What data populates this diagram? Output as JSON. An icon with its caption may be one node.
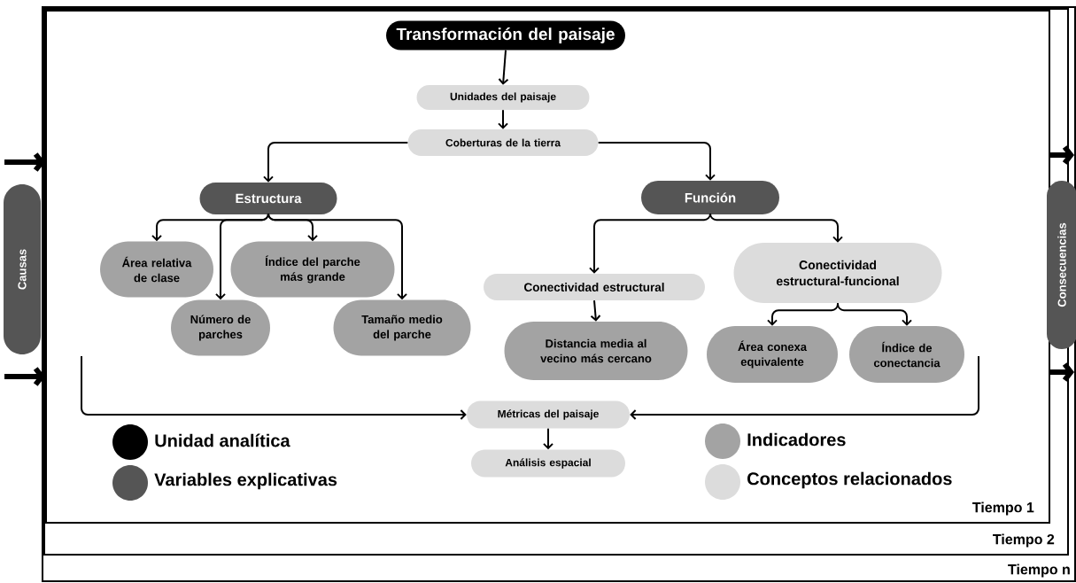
{
  "diagram": {
    "nodes": [
      {
        "text": [
          "Tiempo n"
        ]
      },
      {
        "text": [
          "Tiempo 2"
        ],
        "in": 0
      },
      {
        "text": [
          "Tiempo 1"
        ],
        "in": 1
      },
      {
        "text": [
          "Transformación del paisaje"
        ],
        "in": 2
      },
      {
        "text": [
          "Unidades del paisaje"
        ],
        "in": 2
      },
      {
        "text": [
          "Coberturas de la tierra"
        ],
        "in": 2
      },
      {
        "text": [
          "Estructura"
        ],
        "in": 2
      },
      {
        "text": [
          "Función"
        ],
        "in": 2
      },
      {
        "text": [
          "Área relativa de clase"
        ],
        "in": 2
      },
      {
        "text": [
          "Índice del parche más grande"
        ],
        "in": 2
      },
      {
        "text": [
          "Número de parches"
        ],
        "in": 2
      },
      {
        "text": [
          "Tamaño medio del parche"
        ],
        "in": 2
      },
      {
        "text": [
          "Conectividad estructural"
        ],
        "in": 2
      },
      {
        "text": [
          "Conectividad estructural-funcional"
        ],
        "in": 2
      },
      {
        "text": [
          "Distancia media al vecino más cercano"
        ],
        "in": 2
      },
      {
        "text": [
          "Área conexa equivalente"
        ],
        "in": 2
      },
      {
        "text": [
          "Índice de conectancia"
        ],
        "in": 2
      },
      {
        "text": [
          "Métricas del paisaje"
        ],
        "in": 2
      },
      {
        "text": [
          "Análisis espacial"
        ],
        "in": 2
      },
      {
        "text": [
          "Causas"
        ]
      },
      {
        "text": [
          "Consecuencias"
        ],
        "in": 0
      }
    ],
    "edges": [
      {
        "from": 3,
        "to": 4,
        "arrow": "to"
      },
      {
        "from": 4,
        "to": 5,
        "arrow": "to"
      },
      {
        "from": 5,
        "to": 6,
        "arrow": "to"
      },
      {
        "from": 5,
        "to": 7,
        "arrow": "to"
      },
      {
        "from": 6,
        "to": 8,
        "arrow": "to"
      },
      {
        "from": 6,
        "to": 10,
        "arrow": "to"
      },
      {
        "from": 6,
        "to": 9,
        "arrow": "to"
      },
      {
        "from": 6,
        "to": 11,
        "arrow": "to"
      },
      {
        "from": 7,
        "to": 12,
        "arrow": "to"
      },
      {
        "from": 7,
        "to": 13,
        "arrow": "to"
      },
      {
        "from": 12,
        "to": 14,
        "arrow": "to"
      },
      {
        "from": 13,
        "to": 15,
        "arrow": "to"
      },
      {
        "from": 13,
        "to": 16,
        "arrow": "to"
      },
      {
        "from": null,
        "to": 17,
        "arrow": "to"
      },
      {
        "from": null,
        "to": 17,
        "arrow": "to"
      },
      {
        "from": 17,
        "to": 18,
        "arrow": "to"
      },
      {
        "from": null,
        "to": 2,
        "arrow": "to",
        "style": "thick"
      },
      {
        "from": null,
        "to": 2,
        "arrow": "to",
        "style": "thick"
      },
      {
        "from": 2,
        "to": null,
        "arrow": "to",
        "style": "thick"
      },
      {
        "from": 2,
        "to": null,
        "arrow": "to",
        "style": "thick"
      }
    ],
    "legend": [
      {
        "text": "Unidad analítica",
        "color": "#000000"
      },
      {
        "text": "Variables explicativas",
        "color": "#555555"
      },
      {
        "text": "Indicadores",
        "color": "#a3a3a3"
      },
      {
        "text": "Conceptos relacionados",
        "color": "#dcdcdc"
      }
    ]
  }
}
